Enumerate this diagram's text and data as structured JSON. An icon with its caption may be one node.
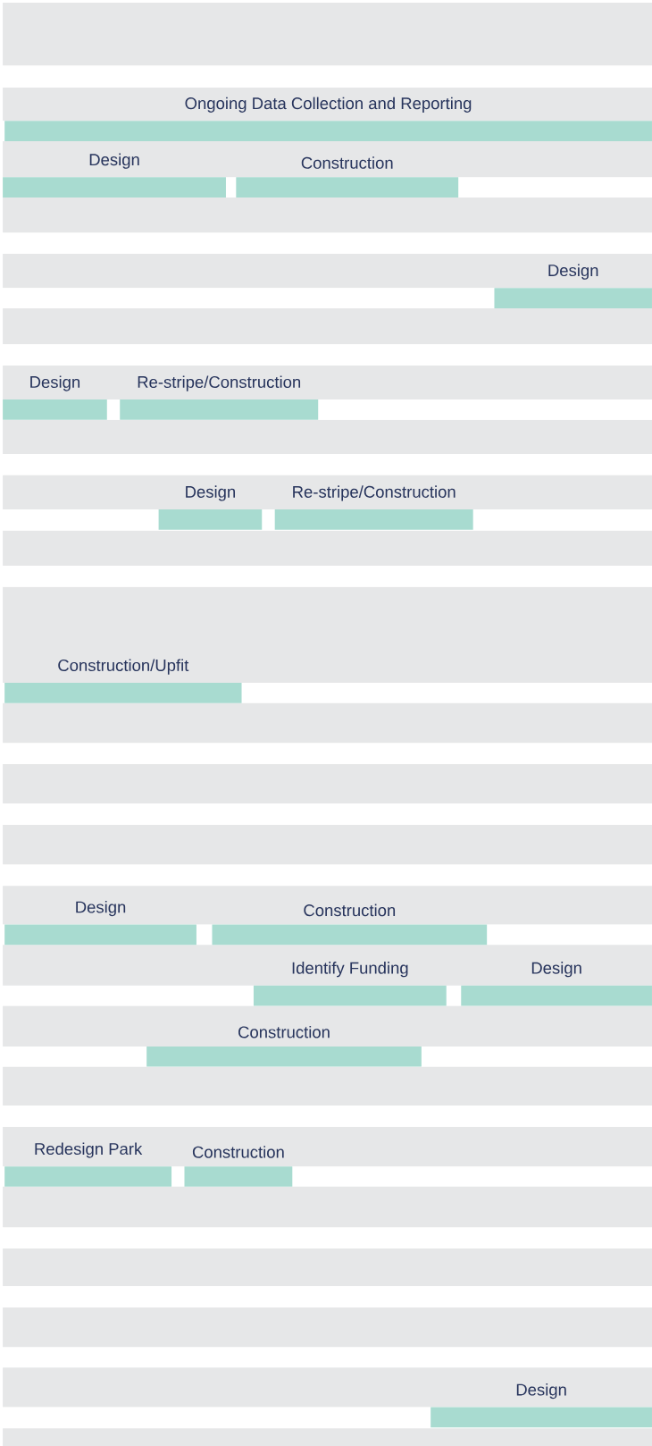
{
  "diagram": {
    "nodes": [
      {
        "text": [
          "Ongoing Data Collection and Reporting"
        ]
      },
      {
        "text": [
          "Design"
        ]
      },
      {
        "text": [
          "Construction"
        ]
      },
      {
        "text": [
          "Design"
        ]
      },
      {
        "text": [
          "Design"
        ]
      },
      {
        "text": [
          "Re-stripe/Construction"
        ]
      },
      {
        "text": [
          "Design"
        ]
      },
      {
        "text": [
          "Re-stripe/Construction"
        ]
      },
      {
        "text": [
          "Construction/Upfit"
        ]
      },
      {
        "text": [
          "Design"
        ]
      },
      {
        "text": [
          "Construction"
        ]
      },
      {
        "text": [
          "Identify Funding"
        ]
      },
      {
        "text": [
          "Design"
        ]
      },
      {
        "text": [
          "Construction"
        ]
      },
      {
        "text": [
          "Redesign Park"
        ]
      },
      {
        "text": [
          "Construction"
        ]
      },
      {
        "text": [
          "Design"
        ]
      }
    ]
  }
}
